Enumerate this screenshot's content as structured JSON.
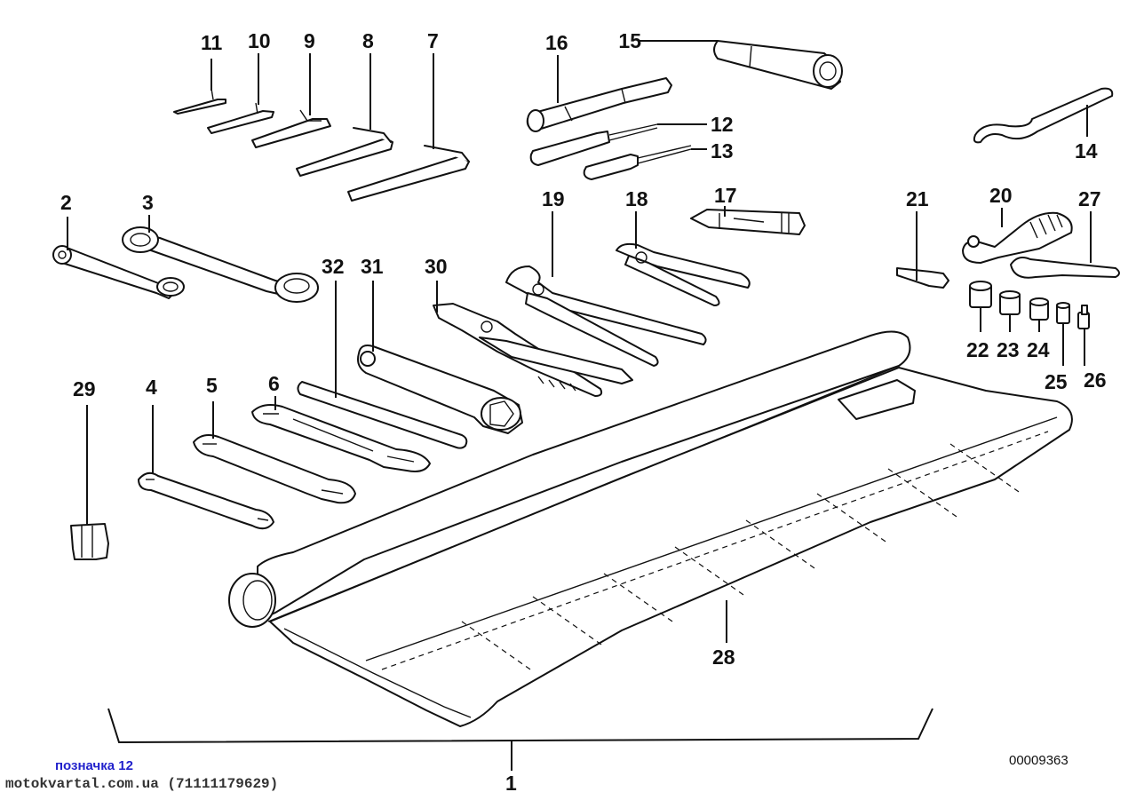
{
  "labels": {
    "l1": "1",
    "l2": "2",
    "l3": "3",
    "l4": "4",
    "l5": "5",
    "l6": "6",
    "l7": "7",
    "l8": "8",
    "l9": "9",
    "l10": "10",
    "l11": "11",
    "l12": "12",
    "l13": "13",
    "l14": "14",
    "l15": "15",
    "l16": "16",
    "l17": "17",
    "l18": "18",
    "l19": "19",
    "l20": "20",
    "l21": "21",
    "l22": "22",
    "l23": "23",
    "l24": "24",
    "l25": "25",
    "l26": "26",
    "l27": "27",
    "l28": "28",
    "l29": "29",
    "l30": "30",
    "l31": "31",
    "l32": "32"
  },
  "footer": {
    "note": "позначка 12",
    "source": "motokvartal.com.ua (71111179629)",
    "diagram_code": "00009363"
  },
  "colors": {
    "line": "#111111",
    "note": "#2222cc",
    "background": "#ffffff"
  }
}
